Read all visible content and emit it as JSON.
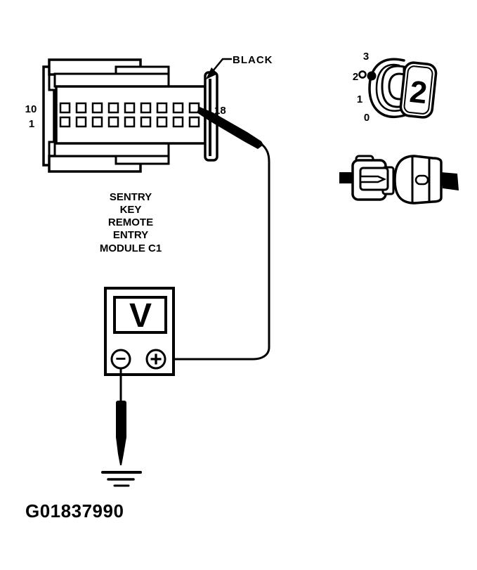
{
  "colors": {
    "ink": "#000000",
    "paper": "#ffffff"
  },
  "figure_id": "G01837990",
  "module_connector": {
    "label_lines": [
      "SENTRY",
      "KEY",
      "REMOTE",
      "ENTRY",
      "MODULE C1"
    ],
    "wire_color": "BLACK",
    "pin_top_left": "10",
    "pin_bottom_left": "1",
    "probed_pin": "18",
    "pin_grid": {
      "rows": 2,
      "cols": 9
    }
  },
  "ignition_switch": {
    "positions": [
      "3",
      "2",
      "1",
      "0"
    ],
    "selected_position": "2",
    "key_face_label": "2"
  },
  "voltmeter": {
    "display_label": "V",
    "negative_terminal": "−",
    "positive_terminal": "+"
  }
}
